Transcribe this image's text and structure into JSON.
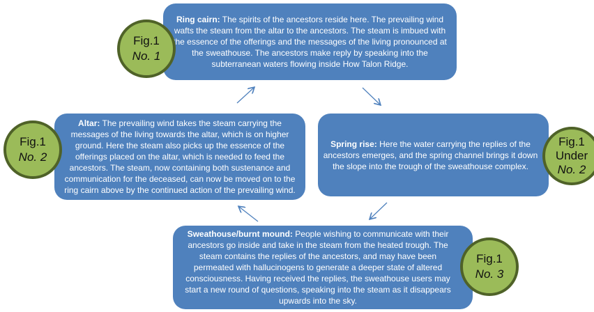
{
  "stages": [
    {
      "title": "Ring cairn:",
      "text": " The spirits of the ancestors reside here. The prevailing wind wafts the steam from the altar to the ancestors. The steam is imbued with the essence of the offerings and the messages of the living pronounced at the sweathouse. The ancestors make reply by speaking into the subterranean waters flowing inside How Talon Ridge.",
      "badge": [
        "Fig.1",
        "No. 1"
      ]
    },
    {
      "title": "Spring rise:",
      "text": " Here the water carrying the replies of the ancestors emerges, and the spring channel brings it down the slope into the trough of the sweathouse complex.",
      "badge": [
        "Fig.1",
        "Under",
        "No. 2"
      ]
    },
    {
      "title": "Sweathouse/burnt mound:",
      "text": " People wishing to communicate with their ancestors go inside and take in the steam from the heated trough. The steam contains the replies of the ancestors, and may have been permeated with hallucinogens to generate a deeper state of altered consciousness. Having received the replies, the sweathouse users may start a new round of questions, speaking into the steam as it disappears upwards into the sky.",
      "badge": [
        "Fig.1",
        "No. 3"
      ]
    },
    {
      "title": "Altar:",
      "text": " The prevailing wind takes the steam carrying the messages of the living towards the altar, which is on higher ground. Here the steam also picks up the essence of the offerings placed on the altar, which is needed to feed the ancestors. The steam, now containing both sustenance and communication for the deceased, can now be moved on to the ring cairn above by the continued action of the prevailing wind.",
      "badge": [
        "Fig.1",
        "No. 2"
      ]
    }
  ],
  "colors": {
    "box": "#4f81bd",
    "badge": "#9bbb59",
    "badge_border": "#4f6228",
    "arrow": "#4f81bd"
  }
}
